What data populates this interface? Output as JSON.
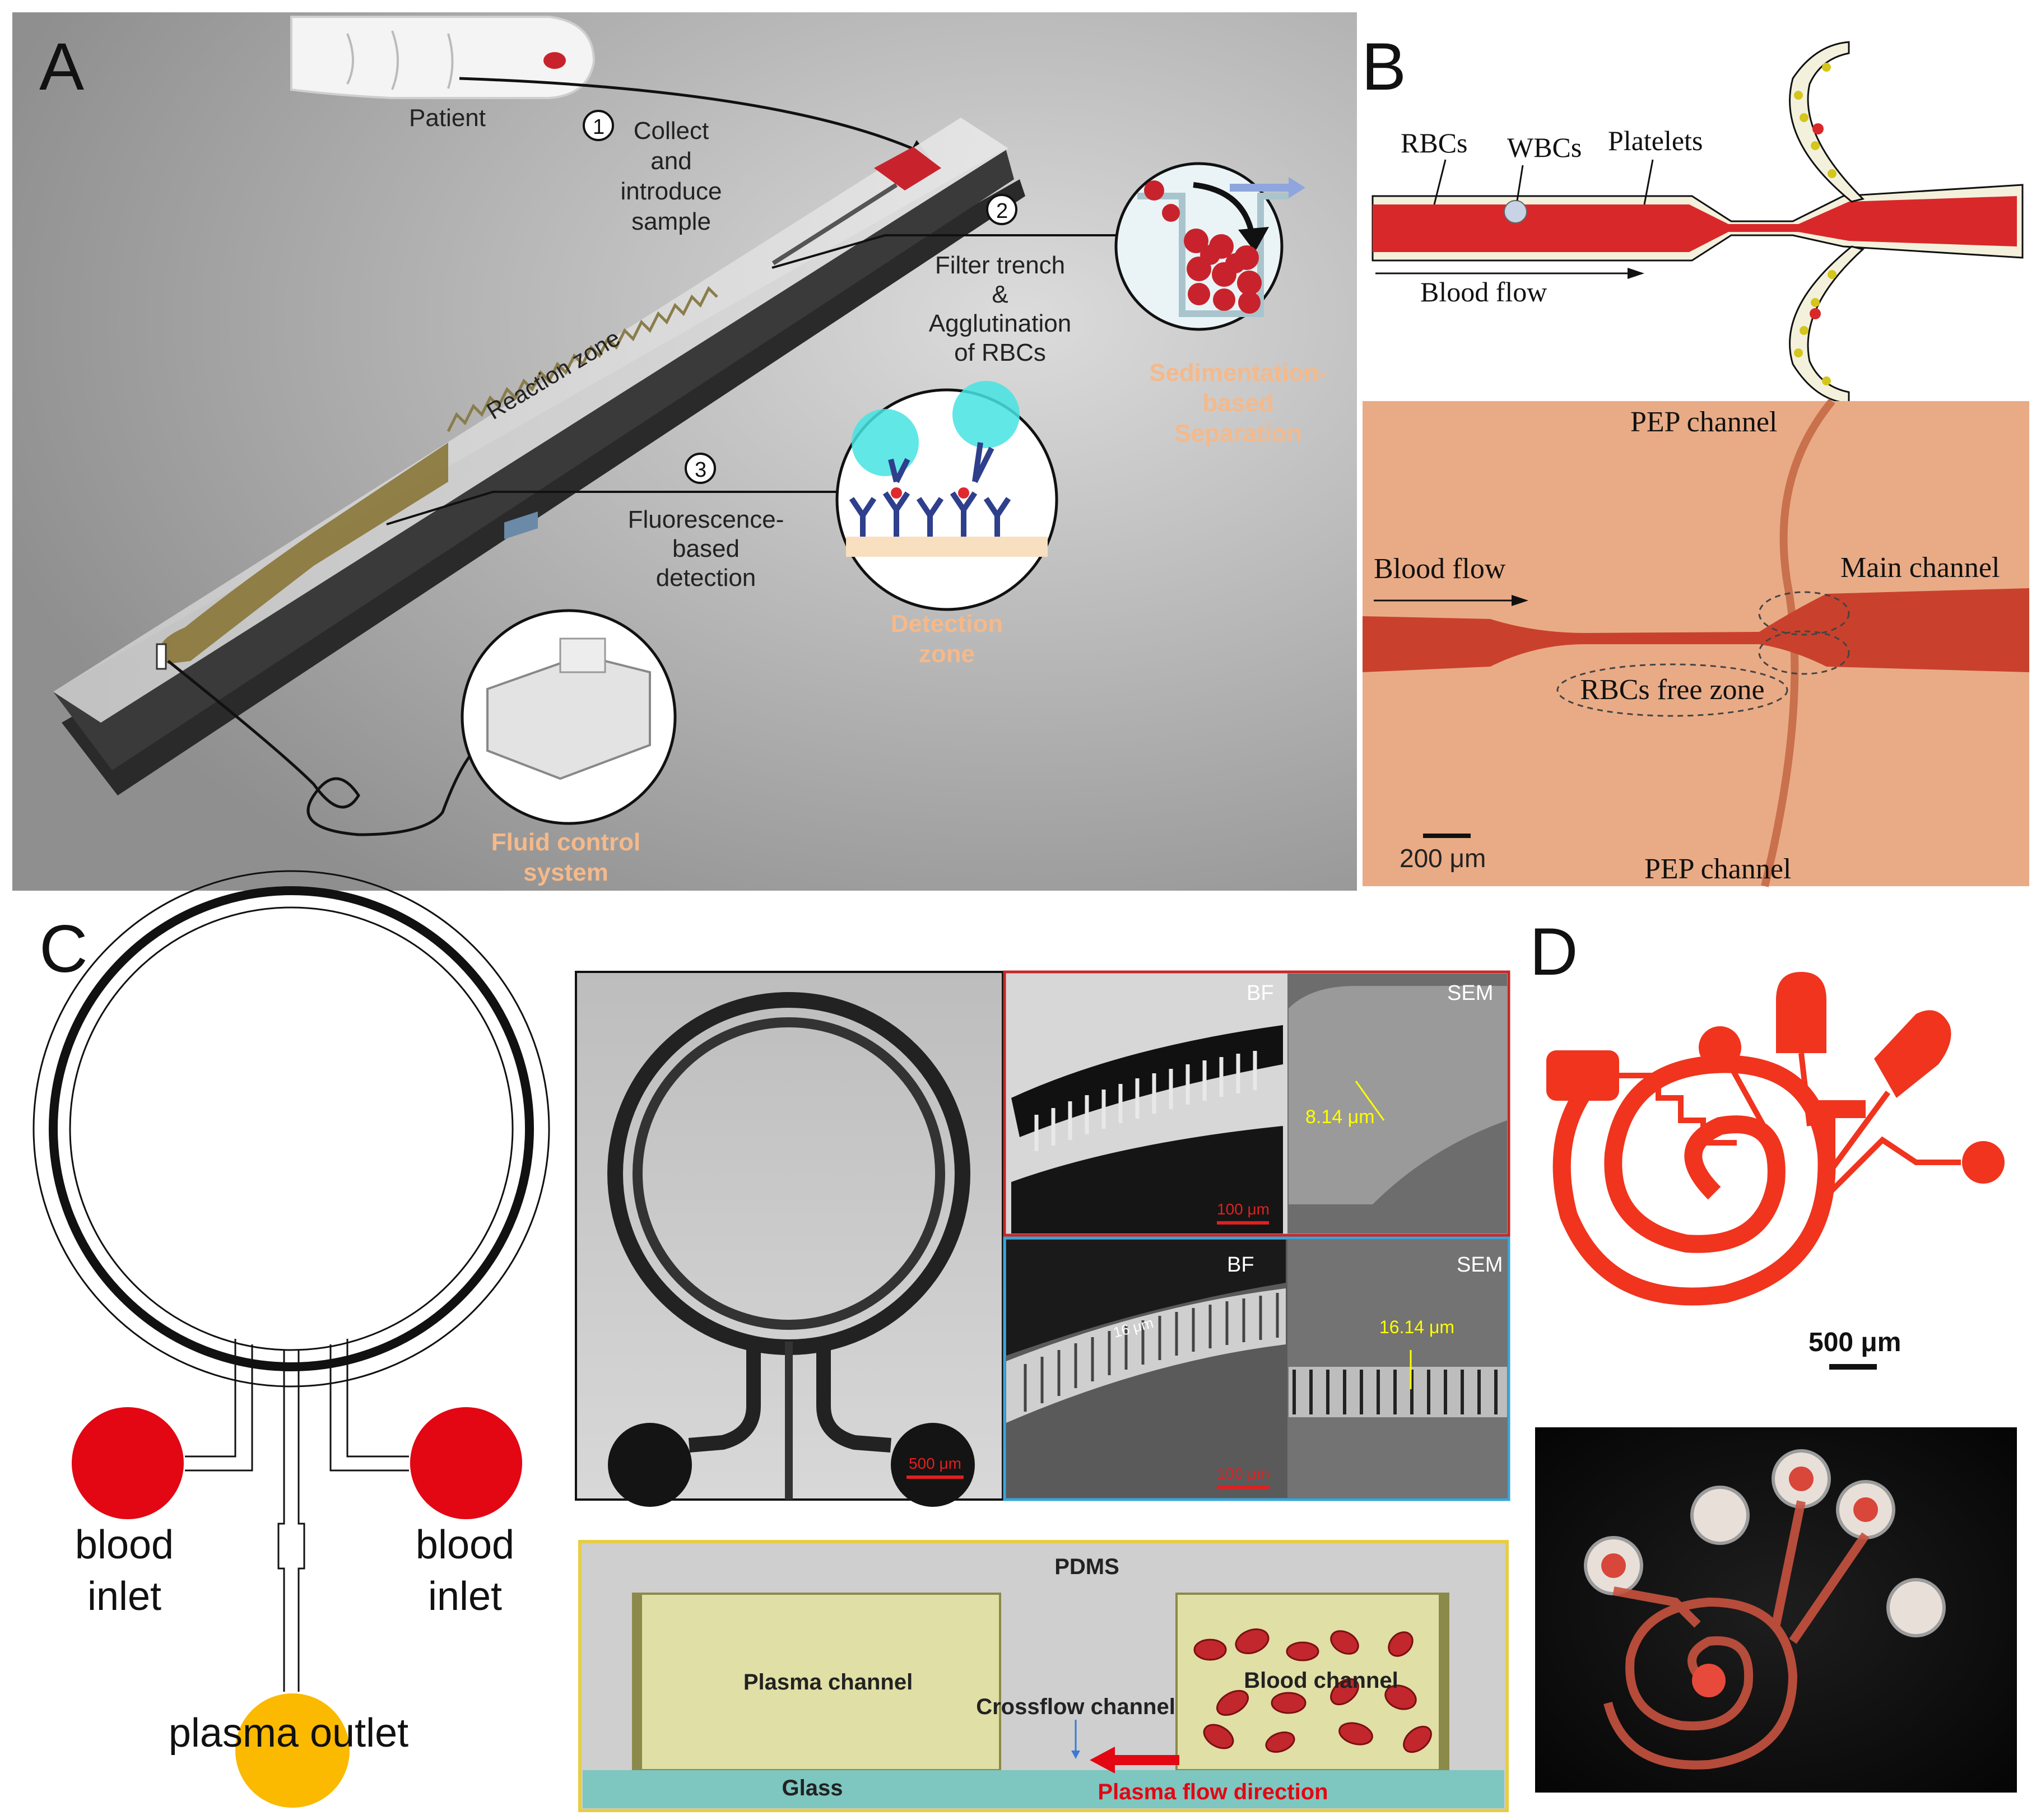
{
  "panel_a": {
    "letter": "A",
    "patient": "Patient",
    "step1_num": "1",
    "step1_l1": "Collect",
    "step1_l2": "and",
    "step1_l3": "introduce",
    "step1_l4": "sample",
    "step2_num": "2",
    "step2_l1": "Filter trench",
    "step2_l2": "&",
    "step2_l3": "Agglutination",
    "step2_l4": "of RBCs",
    "reaction_zone": "Reaction zone",
    "step3_num": "3",
    "step3_l1": "Fluorescence-",
    "step3_l2": "based",
    "step3_l3": "detection",
    "sed_l1": "Sedimentation-",
    "sed_l2": "based",
    "sed_l3": "Separation",
    "det_l1": "Detection",
    "det_l2": "zone",
    "fluid_l1": "Fluid control",
    "fluid_l2": "system",
    "colors": {
      "background": "#9e9e9e",
      "label_orange": "#f5b98a",
      "blood_red": "#c8232c"
    }
  },
  "panel_b": {
    "letter": "B",
    "rbcs": "RBCs",
    "wbcs": "WBCs",
    "platelets": "Platelets",
    "blood_flow": "Blood flow",
    "pep_top": "PEP channel",
    "pep_bottom": "PEP channel",
    "blood_flow_photo": "Blood flow",
    "main_channel": "Main channel",
    "rbc_free_zone": "RBCs free zone",
    "scale": "200 μm",
    "colors": {
      "photo_bg": "#e9ab86",
      "blood": "#c9412c"
    }
  },
  "panel_c": {
    "letter": "C",
    "blood_inlet_left_l1": "blood",
    "blood_inlet_left_l2": "inlet",
    "blood_inlet_right_l1": "blood",
    "blood_inlet_right_l2": "inlet",
    "plasma_outlet": "plasma outlet",
    "scale_main": "500 μm",
    "bf_top": "BF",
    "sem_top": "SEM",
    "sem_top_measure": "8.14 μm",
    "bf_top_scale": "100 μm",
    "bf_bottom": "BF",
    "sem_bottom": "SEM",
    "bf_bottom_measure": "16 μm",
    "sem_bottom_measure": "16.14 μm",
    "bf_bottom_scale": "100 μm",
    "pdms": "PDMS",
    "plasma_channel": "Plasma channel",
    "blood_channel": "Blood channel",
    "crossflow_channel": "Crossflow channel",
    "glass": "Glass",
    "plasma_flow_direction": "Plasma flow direction",
    "colors": {
      "inlet_red": "#e30613",
      "outlet_yellow": "#fbb900",
      "channel_fill": "#e0dfa5",
      "glass": "#7ec6c0",
      "measure_yellow": "#ffff00"
    }
  },
  "panel_d": {
    "letter": "D",
    "scale": "500 μm",
    "colors": {
      "chip_red": "#f0341e"
    }
  }
}
